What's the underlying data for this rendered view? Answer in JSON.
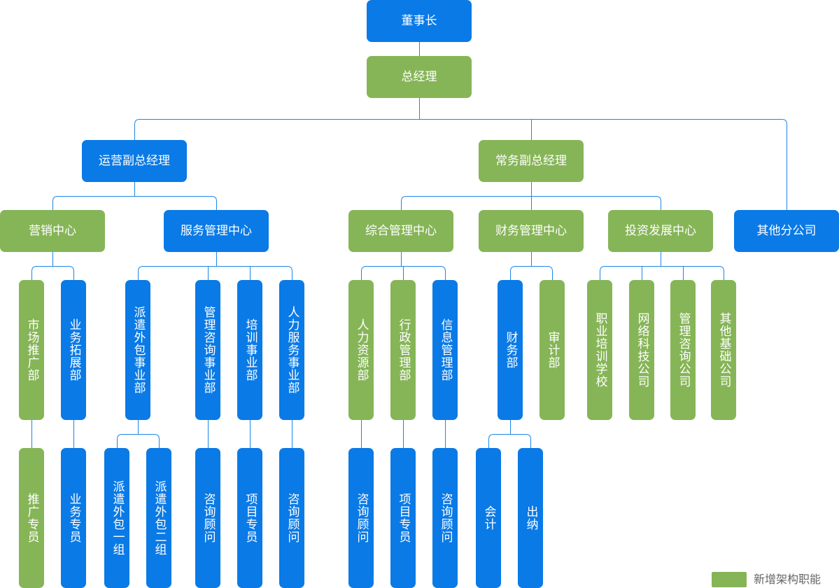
{
  "colors": {
    "blue": "#0a7ae6",
    "green": "#86b557",
    "line": "#1a86e6"
  },
  "legend": {
    "label": "新增架构职能",
    "color": "green"
  },
  "nodes": [
    {
      "id": "chairman",
      "label": "董事长",
      "color": "blue"
    },
    {
      "id": "gm",
      "label": "总经理",
      "color": "green"
    },
    {
      "id": "ops-vp",
      "label": "运营副总经理",
      "color": "blue"
    },
    {
      "id": "exec-vp",
      "label": "常务副总经理",
      "color": "green"
    },
    {
      "id": "other-branches",
      "label": "其他分公司",
      "color": "blue"
    },
    {
      "id": "marketing-center",
      "label": "营销中心",
      "color": "green"
    },
    {
      "id": "service-center",
      "label": "服务管理中心",
      "color": "blue"
    },
    {
      "id": "admin-center",
      "label": "综合管理中心",
      "color": "green"
    },
    {
      "id": "finance-center",
      "label": "财务管理中心",
      "color": "green"
    },
    {
      "id": "investment-center",
      "label": "投资发展中心",
      "color": "green"
    },
    {
      "id": "market-promo",
      "label": "市场推广部",
      "color": "green"
    },
    {
      "id": "biz-expansion",
      "label": "业务拓展部",
      "color": "blue"
    },
    {
      "id": "outsourcing",
      "label": "派遣外包事业部",
      "color": "blue"
    },
    {
      "id": "consulting",
      "label": "管理咨询事业部",
      "color": "blue"
    },
    {
      "id": "training",
      "label": "培训事业部",
      "color": "blue"
    },
    {
      "id": "hr-services",
      "label": "人力服务事业部",
      "color": "blue"
    },
    {
      "id": "hr-dept",
      "label": "人力资源部",
      "color": "green"
    },
    {
      "id": "admin-dept",
      "label": "行政管理部",
      "color": "green"
    },
    {
      "id": "it-dept",
      "label": "信息管理部",
      "color": "blue"
    },
    {
      "id": "finance-dept",
      "label": "财务部",
      "color": "blue"
    },
    {
      "id": "audit-dept",
      "label": "审计部",
      "color": "green"
    },
    {
      "id": "vocational-school",
      "label": "职业培训学校",
      "color": "green"
    },
    {
      "id": "network-company",
      "label": "网络科技公司",
      "color": "green"
    },
    {
      "id": "consulting-company",
      "label": "管理咨询公司",
      "color": "green"
    },
    {
      "id": "infra-company",
      "label": "其他基础公司",
      "color": "green"
    },
    {
      "id": "promo-specialist",
      "label": "推广专员",
      "color": "green"
    },
    {
      "id": "biz-specialist",
      "label": "业务专员",
      "color": "blue"
    },
    {
      "id": "outsource-group-1",
      "label": "派遣外包一组",
      "color": "blue"
    },
    {
      "id": "outsource-group-2",
      "label": "派遣外包二组",
      "color": "blue"
    },
    {
      "id": "consultant-a",
      "label": "咨询顾问",
      "color": "blue"
    },
    {
      "id": "project-specialist-a",
      "label": "项目专员",
      "color": "blue"
    },
    {
      "id": "consultant-b",
      "label": "咨询顾问",
      "color": "blue"
    },
    {
      "id": "consultant-c",
      "label": "咨询顾问",
      "color": "blue"
    },
    {
      "id": "project-specialist-b",
      "label": "项目专员",
      "color": "blue"
    },
    {
      "id": "consultant-d",
      "label": "咨询顾问",
      "color": "blue"
    },
    {
      "id": "accountant",
      "label": "会计",
      "color": "blue"
    },
    {
      "id": "cashier",
      "label": "出纳",
      "color": "blue"
    }
  ],
  "edges": [
    [
      "chairman",
      "gm"
    ],
    [
      "gm",
      "ops-vp"
    ],
    [
      "gm",
      "exec-vp"
    ],
    [
      "gm",
      "other-branches"
    ],
    [
      "ops-vp",
      "marketing-center"
    ],
    [
      "ops-vp",
      "service-center"
    ],
    [
      "exec-vp",
      "admin-center"
    ],
    [
      "exec-vp",
      "finance-center"
    ],
    [
      "exec-vp",
      "investment-center"
    ],
    [
      "marketing-center",
      "market-promo"
    ],
    [
      "marketing-center",
      "biz-expansion"
    ],
    [
      "service-center",
      "outsourcing"
    ],
    [
      "service-center",
      "consulting"
    ],
    [
      "service-center",
      "training"
    ],
    [
      "service-center",
      "hr-services"
    ],
    [
      "admin-center",
      "hr-dept"
    ],
    [
      "admin-center",
      "admin-dept"
    ],
    [
      "admin-center",
      "it-dept"
    ],
    [
      "finance-center",
      "finance-dept"
    ],
    [
      "finance-center",
      "audit-dept"
    ],
    [
      "investment-center",
      "vocational-school"
    ],
    [
      "investment-center",
      "network-company"
    ],
    [
      "investment-center",
      "consulting-company"
    ],
    [
      "investment-center",
      "infra-company"
    ],
    [
      "market-promo",
      "promo-specialist"
    ],
    [
      "biz-expansion",
      "biz-specialist"
    ],
    [
      "outsourcing",
      "outsource-group-1"
    ],
    [
      "outsourcing",
      "outsource-group-2"
    ],
    [
      "consulting",
      "consultant-a"
    ],
    [
      "training",
      "project-specialist-a"
    ],
    [
      "hr-services",
      "consultant-b"
    ],
    [
      "hr-dept",
      "consultant-c"
    ],
    [
      "admin-dept",
      "project-specialist-b"
    ],
    [
      "it-dept",
      "consultant-d"
    ],
    [
      "finance-dept",
      "accountant"
    ],
    [
      "finance-dept",
      "cashier"
    ]
  ]
}
